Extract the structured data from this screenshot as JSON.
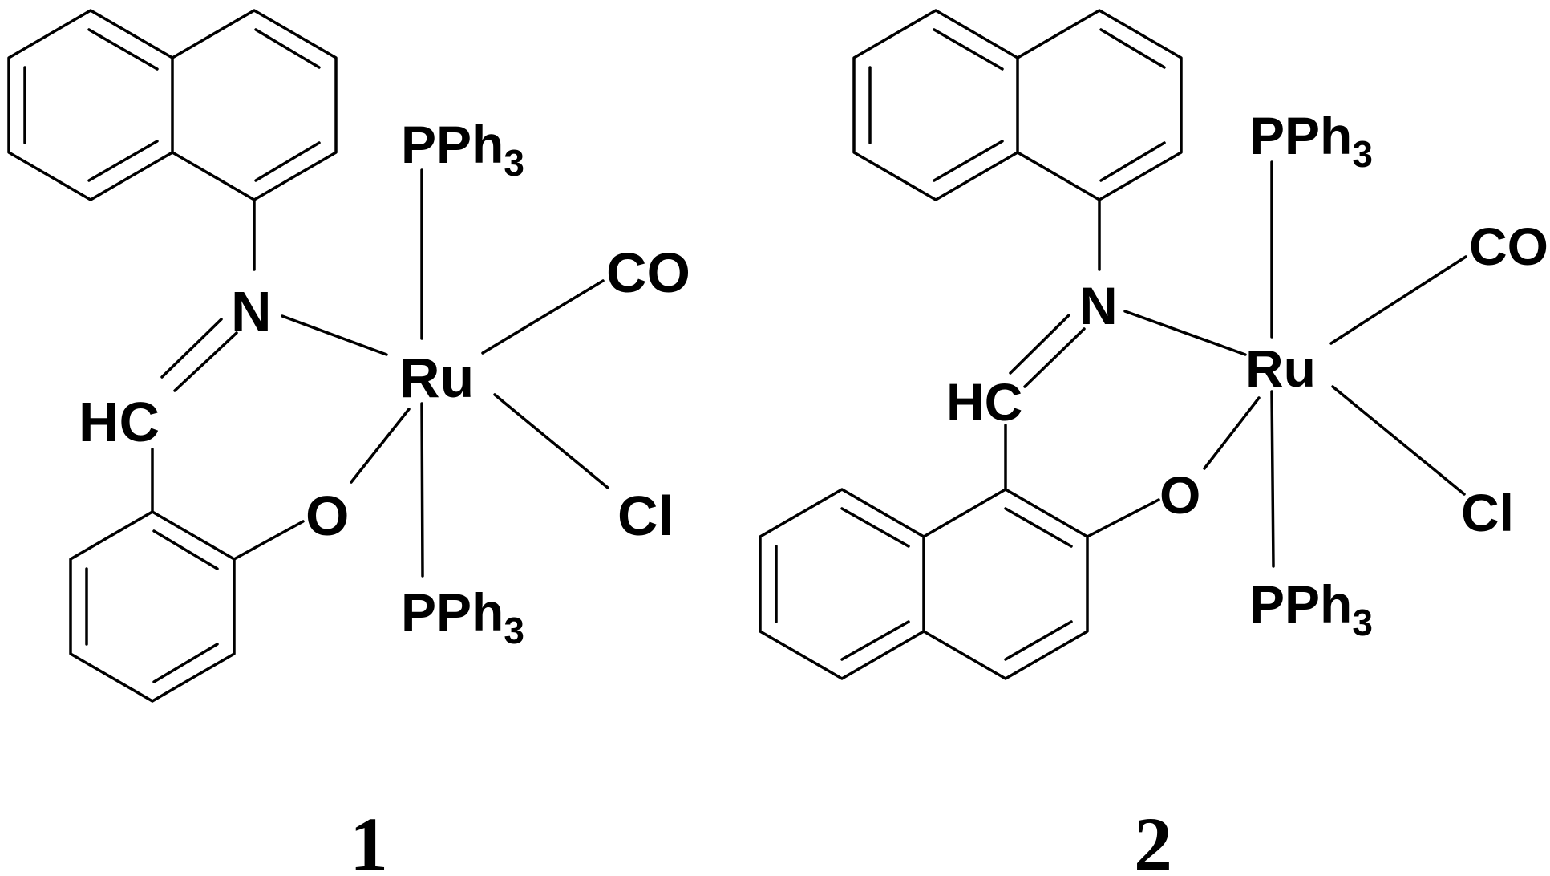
{
  "figure": {
    "compound1": {
      "label": "1",
      "atoms": {
        "pph3_top": {
          "main": "PPh",
          "sub": "3"
        },
        "co": "CO",
        "n": "N",
        "ru": "Ru",
        "hc": "HC",
        "o": "O",
        "cl": "Cl",
        "pph3_bottom": {
          "main": "PPh",
          "sub": "3"
        }
      }
    },
    "compound2": {
      "label": "2",
      "atoms": {
        "pph3_top": {
          "main": "PPh",
          "sub": "3"
        },
        "co": "CO",
        "n": "N",
        "ru": "Ru",
        "hc": "HC",
        "o": "O",
        "cl": "Cl",
        "pph3_bottom": {
          "main": "PPh",
          "sub": "3"
        }
      }
    }
  }
}
